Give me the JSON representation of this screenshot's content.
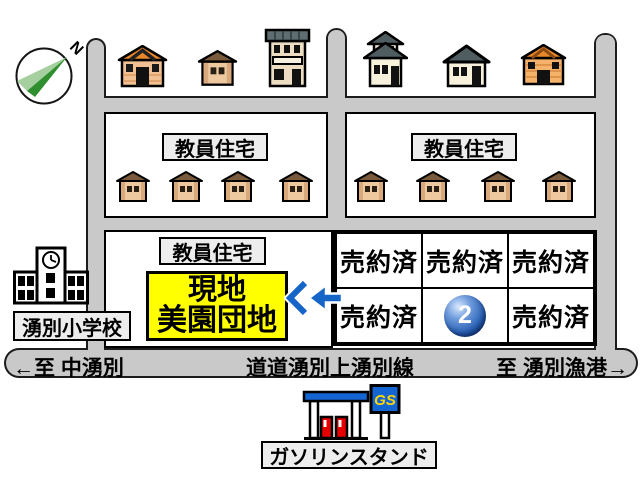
{
  "compass": {
    "north_label": "N"
  },
  "labels": {
    "teacher_housing": "教員住宅",
    "school": "湧別小学校",
    "gas_station": "ガソリンスタンド",
    "gas_sign": "GS"
  },
  "site_sign": {
    "line1": "現地",
    "line2": "美園団地"
  },
  "lot_grid": {
    "rows": [
      [
        "売約済",
        "売約済",
        "売約済"
      ],
      [
        "売約済",
        "2",
        "売約済"
      ]
    ]
  },
  "road": {
    "left_destination": "←至 中湧別",
    "name": "道道湧別上湧別線",
    "right_destination": "至 湧別漁港→"
  },
  "icons": {
    "compass": "compass-north-icon",
    "school": "school-building-icon",
    "gas_station": "gas-station-icon",
    "site_arrow": "site-pointer-arrow-icon",
    "top_row_houses": [
      "orange-roof-house-icon",
      "small-hut-icon",
      "two-story-building-icon",
      "two-story-house-icon",
      "gray-roof-house-icon",
      "log-house-icon"
    ],
    "teacher_housing_hut": "small-hut-icon"
  },
  "colors": {
    "road_gray": "#c9c9c9",
    "site_sign_yellow": "#ffff00",
    "arrow_blue": "#1565c8",
    "lot_marker_blue": "#123e86",
    "gas_canopy_blue": "#1464d2",
    "pump_red": "#e60000",
    "compass_green": "#2f8f2f",
    "label_box_gray": "#ededed"
  }
}
